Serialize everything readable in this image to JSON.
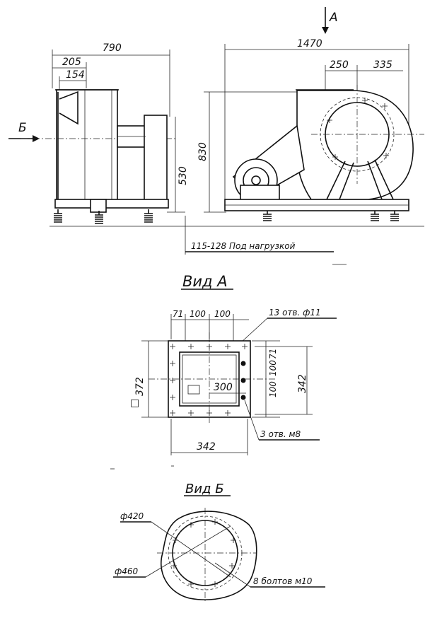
{
  "side_view": {
    "dims": {
      "d790": "790",
      "d205": "205",
      "d154": "154",
      "d530": "530"
    },
    "view_arrow_label": "Б"
  },
  "front_view": {
    "dims": {
      "d1470": "1470",
      "d250": "250",
      "d335": "335",
      "d830": "830"
    },
    "view_arrow_label": "А"
  },
  "load_note": "115-128 Под нагрузкой",
  "view_a": {
    "title": "Вид А",
    "dims": {
      "d71_top": "71",
      "d100_top1": "100",
      "d100_top2": "100",
      "d372": "372",
      "d342_right": "342",
      "d342_bottom": "342",
      "d300": "300",
      "d100_r1": "100",
      "d100_r2": "100",
      "d71_r": "71"
    },
    "square_symbol": "□",
    "holes_note": "13 отв. ф11",
    "tapped_note": "3 отв. м8"
  },
  "view_b": {
    "title": "Вид Б",
    "d420": "ф420",
    "d460": "ф460",
    "bolts_note": "8 болтов м10"
  }
}
